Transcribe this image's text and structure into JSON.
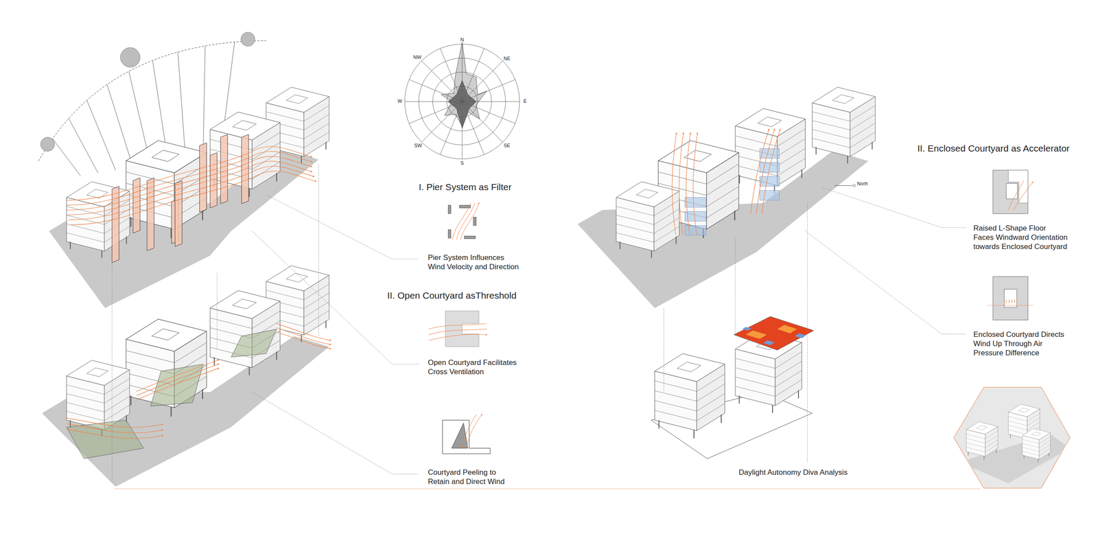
{
  "diagram": {
    "labels": [
      "N",
      "NW",
      "NE",
      "W",
      "E",
      "SW",
      "SE",
      "S",
      "I. Pier System as Filter",
      "Pier System Influences Wind Velocity and Direction",
      "II. Open Courtyard asThreshold",
      "Open Courtyard Facilitates Cross Ventilation",
      "Courtyard Peeling to Retain and Direct Wind",
      "North",
      "II. Enclosed Courtyard as Accelerator",
      "Raised L-Shape Floor Faces Windward Orientation towards Enclosed Courtyard",
      "Enclosed Courtyard Directs Wind Up Through Air Pressure Difference",
      "Daylight Autonomy Diva Analysis"
    ]
  }
}
